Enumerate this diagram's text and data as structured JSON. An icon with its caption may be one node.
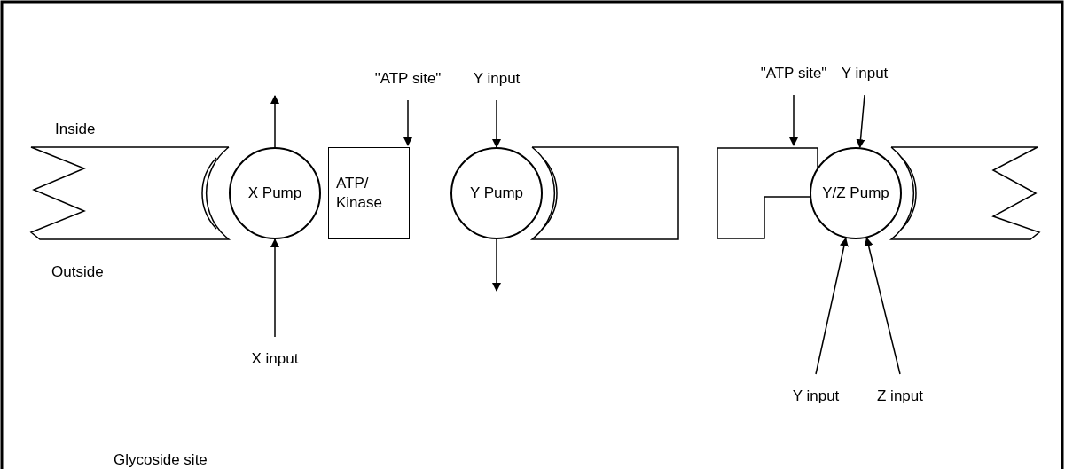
{
  "diagram": {
    "nodes": [
      {
        "text": [
          "\"ATP site\""
        ]
      },
      {
        "text": [
          "Y input"
        ]
      },
      {
        "text": [
          "\"ATP site\""
        ]
      },
      {
        "text": [
          "Y input"
        ]
      },
      {
        "text": [
          "X Pump"
        ]
      },
      {
        "text": [
          "ATP/ Kinase"
        ]
      },
      {
        "text": [
          "Y Pump"
        ]
      },
      {
        "text": [],
        "shape": "box"
      },
      {
        "text": [
          "Y/Z Pump"
        ]
      },
      {
        "text": [
          "X input"
        ]
      },
      {
        "text": [
          "Y input"
        ]
      },
      {
        "text": [
          "Z input"
        ]
      }
    ],
    "edges": [
      {
        "from": 0,
        "to": 5,
        "arrow": "to"
      },
      {
        "from": 1,
        "to": 6,
        "arrow": "to"
      },
      {
        "from": 2,
        "to": 7,
        "arrow": "to"
      },
      {
        "from": 3,
        "to": 8,
        "arrow": "to"
      },
      {
        "from": 4,
        "to": null,
        "arrow": "to"
      },
      {
        "from": 6,
        "to": null,
        "arrow": "to"
      },
      {
        "from": 9,
        "to": 4,
        "arrow": "to"
      },
      {
        "from": 10,
        "to": 8,
        "arrow": "to"
      },
      {
        "from": 11,
        "to": 8,
        "arrow": "to"
      }
    ],
    "labels": [
      "Inside",
      "Outside",
      "Glycoside site"
    ]
  }
}
